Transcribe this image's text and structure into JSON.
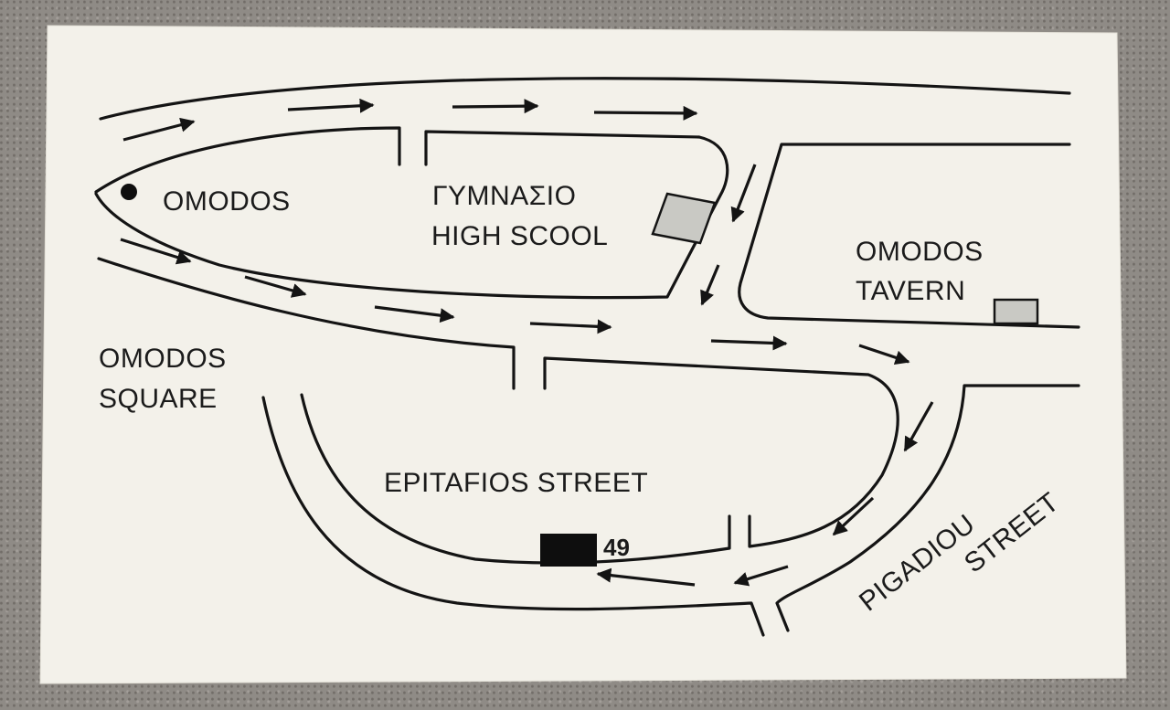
{
  "map": {
    "labels": {
      "omodos": "OMODOS",
      "gymnasio": "ΓΥΜΝΑΣΙΟ",
      "high_school": "HIGH SCOOL",
      "tavern_line1": "OMODOS",
      "tavern_line2": "TAVERN",
      "square_line1": "OMODOS",
      "square_line2": "SQUARE",
      "epitafios": "EPITAFIOS STREET",
      "pigadiou": "PIGADIOU",
      "street": "STREET",
      "number": "49"
    },
    "colors": {
      "card": "#f3f1ea",
      "ink": "#141414",
      "building_fill": "#c9c9c4",
      "destination_fill": "#0e0e0e"
    }
  }
}
